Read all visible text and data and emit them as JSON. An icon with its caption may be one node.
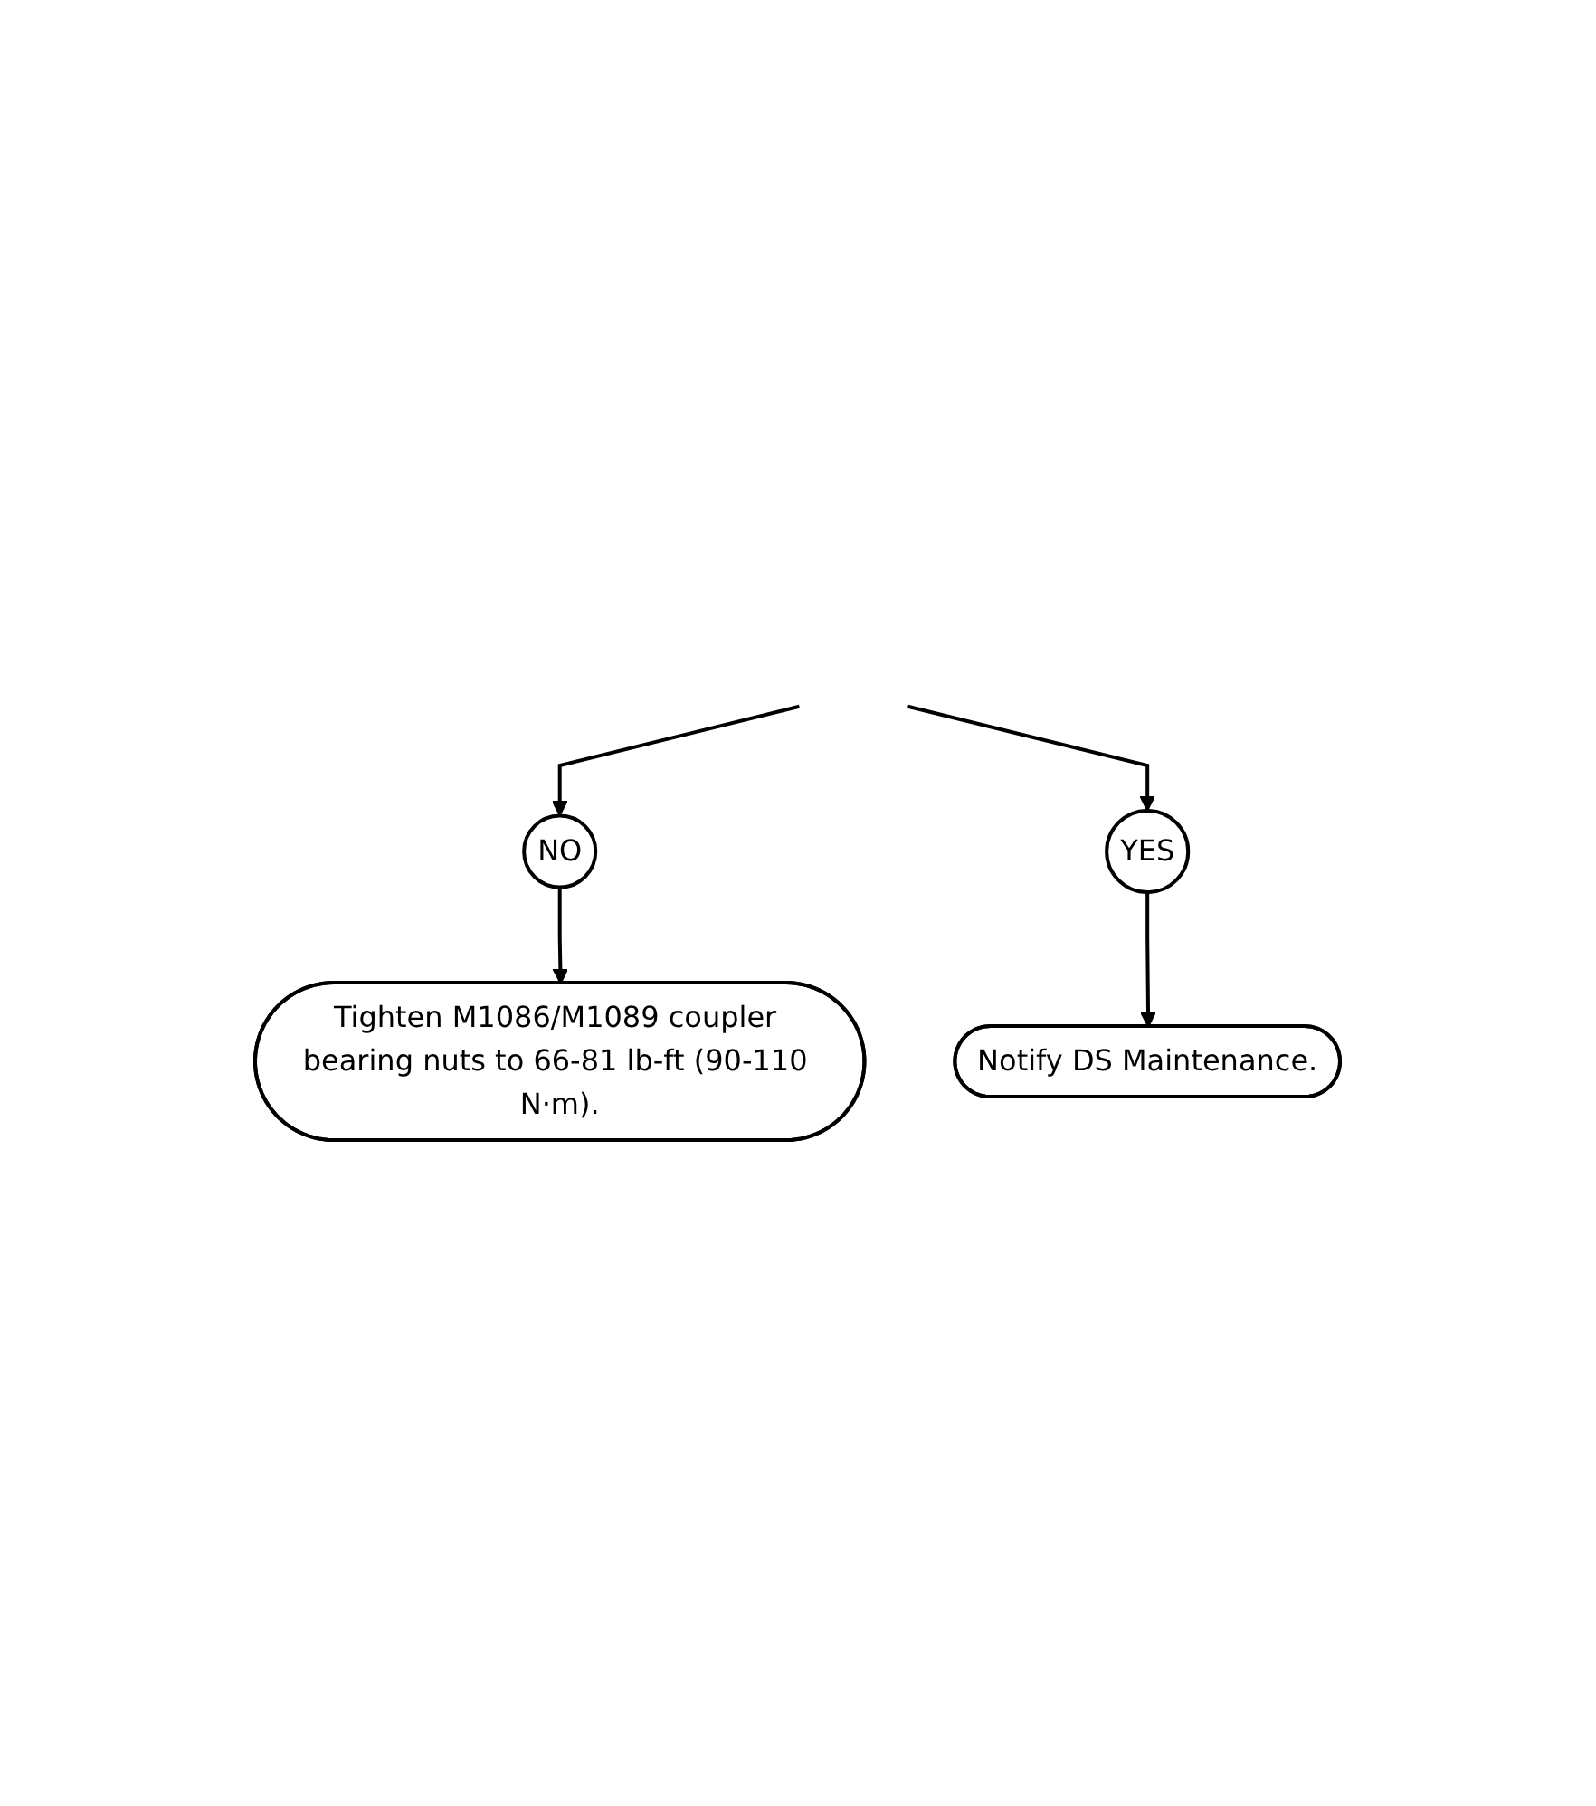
{
  "diagram": {
    "nodes": [
      {
        "text": [
          "NO"
        ]
      },
      {
        "text": [
          "YES"
        ]
      },
      {
        "text": [
          "Tighten M1086/M1089 coupler bearing nuts to 66-81 lb-ft (90-110 N·m)."
        ]
      },
      {
        "text": [
          "Notify DS Maintenance."
        ]
      }
    ],
    "edges": [
      {
        "from": null,
        "to": 0,
        "arrow": "to"
      },
      {
        "from": null,
        "to": 1,
        "arrow": "to"
      },
      {
        "from": 0,
        "to": 2,
        "arrow": "to"
      },
      {
        "from": 1,
        "to": 3,
        "arrow": "to"
      }
    ]
  }
}
